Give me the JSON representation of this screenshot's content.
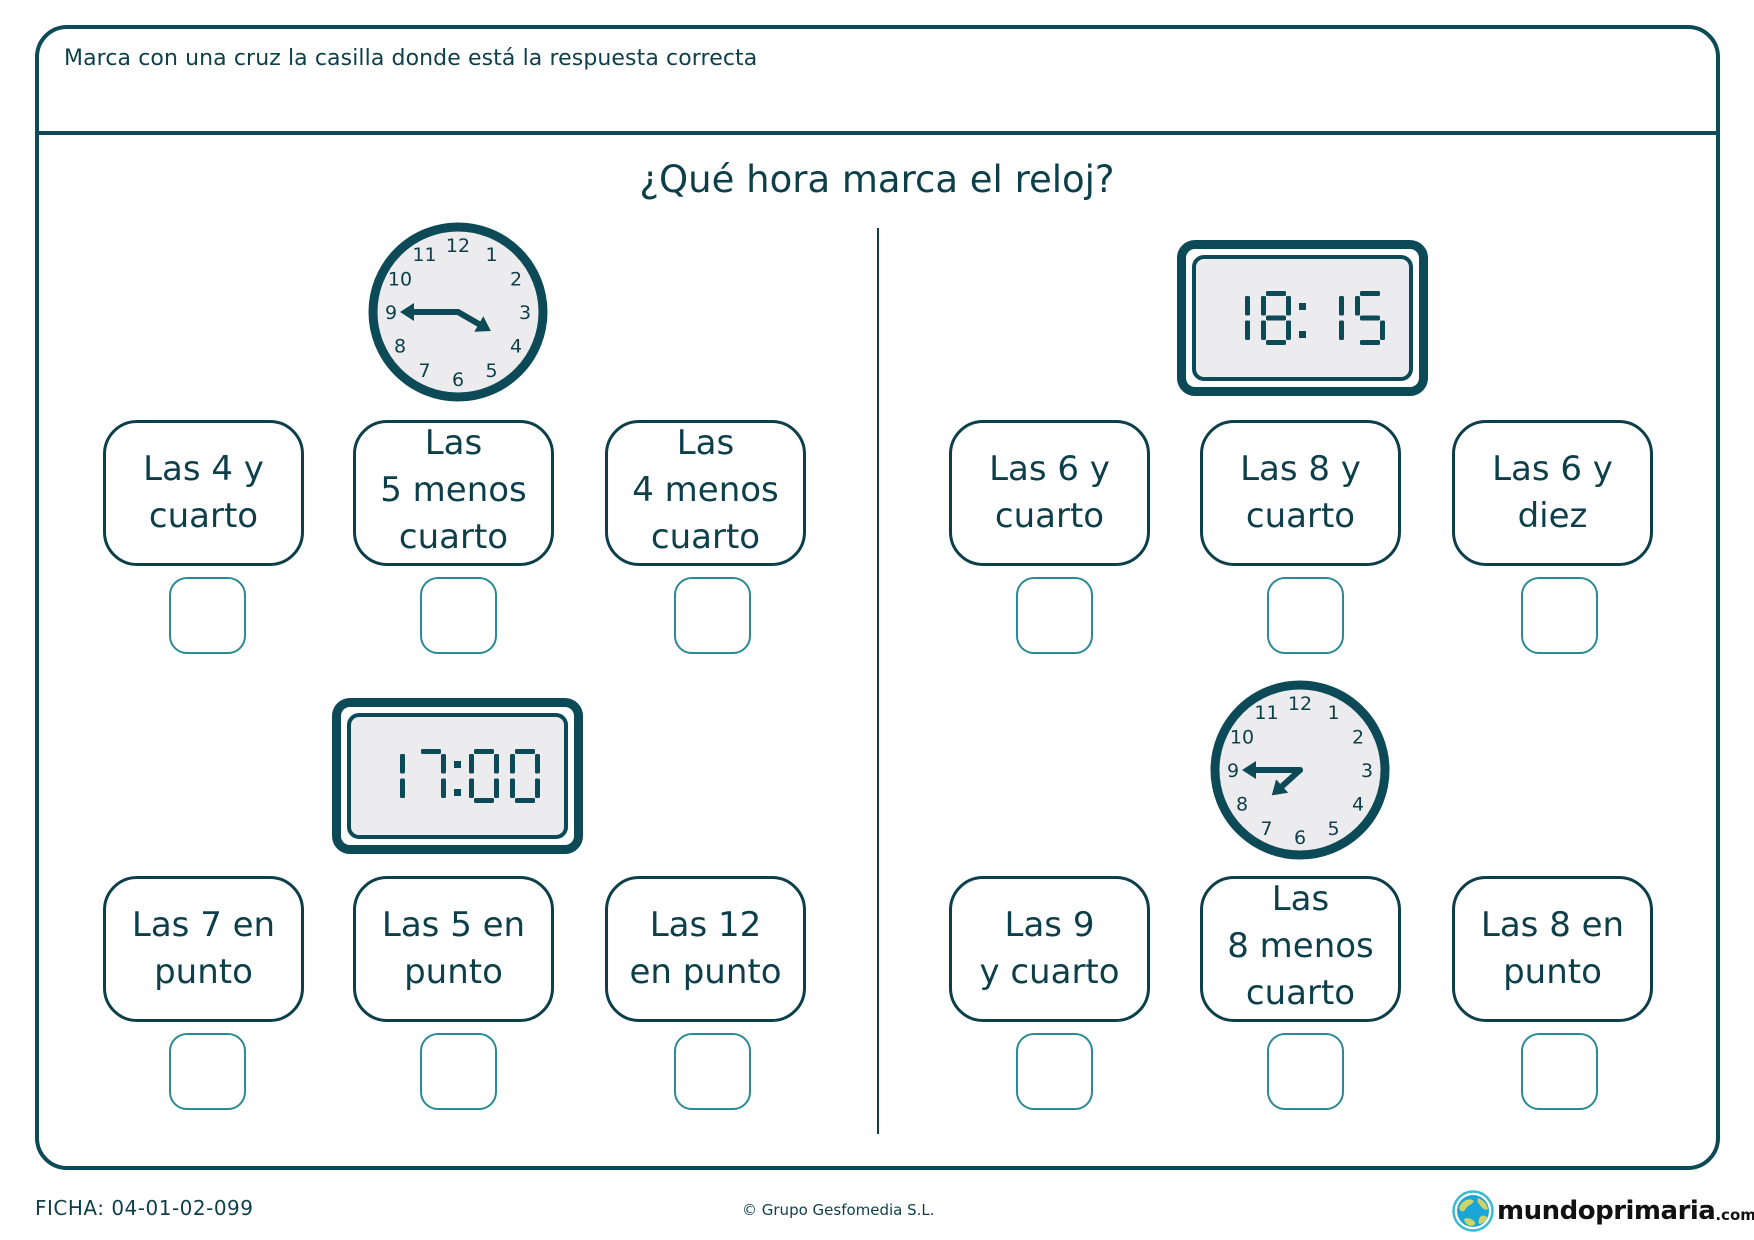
{
  "instruction": "Marca con una cruz la casilla donde está la respuesta correcta",
  "title": "¿Qué hora marca el reloj?",
  "colors": {
    "primary": "#0d4a57",
    "text": "#0d3f4a",
    "checkbox_border": "#2a8a95",
    "clock_face": "#ececee"
  },
  "exercises": [
    {
      "clock": {
        "type": "analog",
        "icon": "analog-clock-icon",
        "hour_hand_points_to": "between 4 and 5 (near 4)",
        "minute_hand_points_to": 9
      },
      "options": [
        {
          "label": "Las 4 y\ncuarto",
          "checked": false
        },
        {
          "label": "Las\n5 menos\ncuarto",
          "checked": false
        },
        {
          "label": "Las\n4 menos\ncuarto",
          "checked": false
        }
      ]
    },
    {
      "clock": {
        "type": "digital",
        "icon": "digital-clock-icon",
        "display": "18:15"
      },
      "options": [
        {
          "label": "Las 6 y\ncuarto",
          "checked": false
        },
        {
          "label": "Las 8 y\ncuarto",
          "checked": false
        },
        {
          "label": "Las 6 y\ndiez",
          "checked": false
        }
      ]
    },
    {
      "clock": {
        "type": "digital",
        "icon": "digital-clock-icon",
        "display": "17:00"
      },
      "options": [
        {
          "label": "Las 7 en\npunto",
          "checked": false
        },
        {
          "label": "Las 5 en\npunto",
          "checked": false
        },
        {
          "label": "Las 12\nen punto",
          "checked": false
        }
      ]
    },
    {
      "clock": {
        "type": "analog",
        "icon": "analog-clock-icon",
        "hour_hand_points_to": "between 7 and 8 (near 8)",
        "minute_hand_points_to": 9
      },
      "options": [
        {
          "label": "Las 9\ny cuarto",
          "checked": false
        },
        {
          "label": "Las\n8 menos\ncuarto",
          "checked": false
        },
        {
          "label": "Las 8 en\npunto",
          "checked": false
        }
      ]
    }
  ],
  "clock_numerals": [
    "12",
    "1",
    "2",
    "3",
    "4",
    "5",
    "6",
    "7",
    "8",
    "9",
    "10",
    "11"
  ],
  "footer": {
    "code": "FICHA: 04-01-02-099",
    "copyright": "© Grupo Gesfomedia S.L.",
    "logo_brand": "mundoprimaria",
    "logo_tld": ".com"
  }
}
